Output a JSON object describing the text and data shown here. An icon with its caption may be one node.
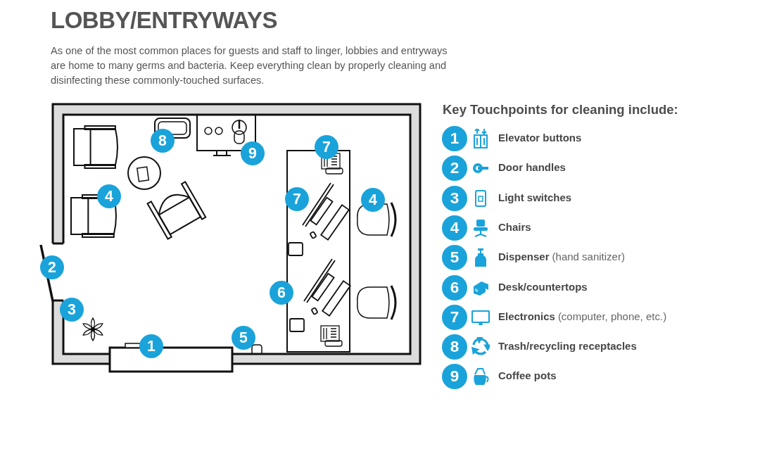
{
  "diagram": {
    "title": "LOBBY/ENTRYWAYS",
    "nodes": [
      {
        "text": [
          "8"
        ]
      },
      {
        "text": [
          "9"
        ]
      },
      {
        "text": [
          "7"
        ]
      },
      {
        "text": [
          "4"
        ]
      },
      {
        "text": [
          "7"
        ]
      },
      {
        "text": [
          "4"
        ]
      },
      {
        "text": [
          "2"
        ]
      },
      {
        "text": [
          "6"
        ]
      },
      {
        "text": [
          "3"
        ]
      },
      {
        "text": [
          "1"
        ]
      },
      {
        "text": [
          "5"
        ]
      },
      {
        "text": [
          "1"
        ],
        "beside": [
          "Elevator buttons"
        ]
      },
      {
        "text": [
          "2"
        ],
        "beside": [
          "Door handles"
        ]
      },
      {
        "text": [
          "3"
        ],
        "beside": [
          "Light switches"
        ]
      },
      {
        "text": [
          "4"
        ],
        "beside": [
          "Chairs"
        ]
      },
      {
        "text": [
          "5"
        ],
        "beside": [
          "Dispenser",
          "(hand sanitizer)"
        ]
      },
      {
        "text": [
          "6"
        ],
        "beside": [
          "Desk/countertops"
        ]
      },
      {
        "text": [
          "7"
        ],
        "beside": [
          "Electronics",
          "(computer, phone, etc.)"
        ]
      },
      {
        "text": [
          "8"
        ],
        "beside": [
          "Trash/recycling receptacles"
        ]
      },
      {
        "text": [
          "9"
        ],
        "beside": [
          "Coffee pots"
        ]
      }
    ],
    "labels": [
      "As one of the most common places for guests and staff to linger, lobbies and entryways are home to many germs and bacteria. Keep everything clean by properly cleaning and disinfecting these commonly-touched surfaces.",
      "Key Touchpoints for cleaning include:"
    ]
  }
}
